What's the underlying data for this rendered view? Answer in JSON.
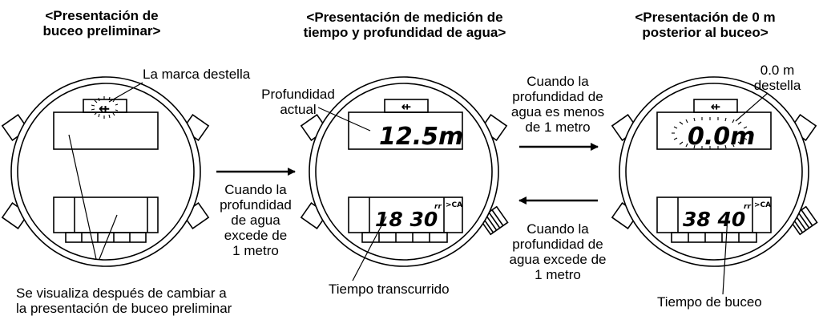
{
  "titles": {
    "preliminary": [
      "<Presentación de",
      "buceo preliminar>"
    ],
    "measurement": [
      "<Presentación de medición de",
      "tiempo y profundidad de agua>"
    ],
    "post_dive": [
      "<Presentación de 0 m",
      "posterior al buceo>"
    ]
  },
  "labels": {
    "mark_flashes": "La marca destella",
    "current_depth": [
      "Profundidad",
      "actual"
    ],
    "elapsed_time": "Tiempo transcurrido",
    "displayed_after": [
      "Se visualiza después de cambiar a",
      "la presentación de buceo preliminar"
    ],
    "zero_flashes": [
      "0.0 m",
      "destella"
    ],
    "dive_time": "Tiempo de buceo"
  },
  "arrows": {
    "exceeds_left": [
      "Cuando la",
      "profundidad",
      "de agua",
      "excede de",
      "1 metro"
    ],
    "less_than": [
      "Cuando la",
      "profundidad de",
      "agua es menos",
      "de 1 metro"
    ],
    "exceeds_right": [
      "Cuando la",
      "profundidad de",
      "agua excede de",
      "1 metro"
    ]
  },
  "watch_readouts": {
    "measurement_depth": "12.5m",
    "measurement_time": "18 30",
    "post_depth": "0.0m",
    "post_time": "38 40",
    "ca_mark": ">CA",
    "sub_mark": "rr"
  },
  "icons": {
    "dive_mark": "dive-mark-icon",
    "right_arrow": "right-arrow-icon",
    "left_arrow": "left-arrow-icon"
  }
}
